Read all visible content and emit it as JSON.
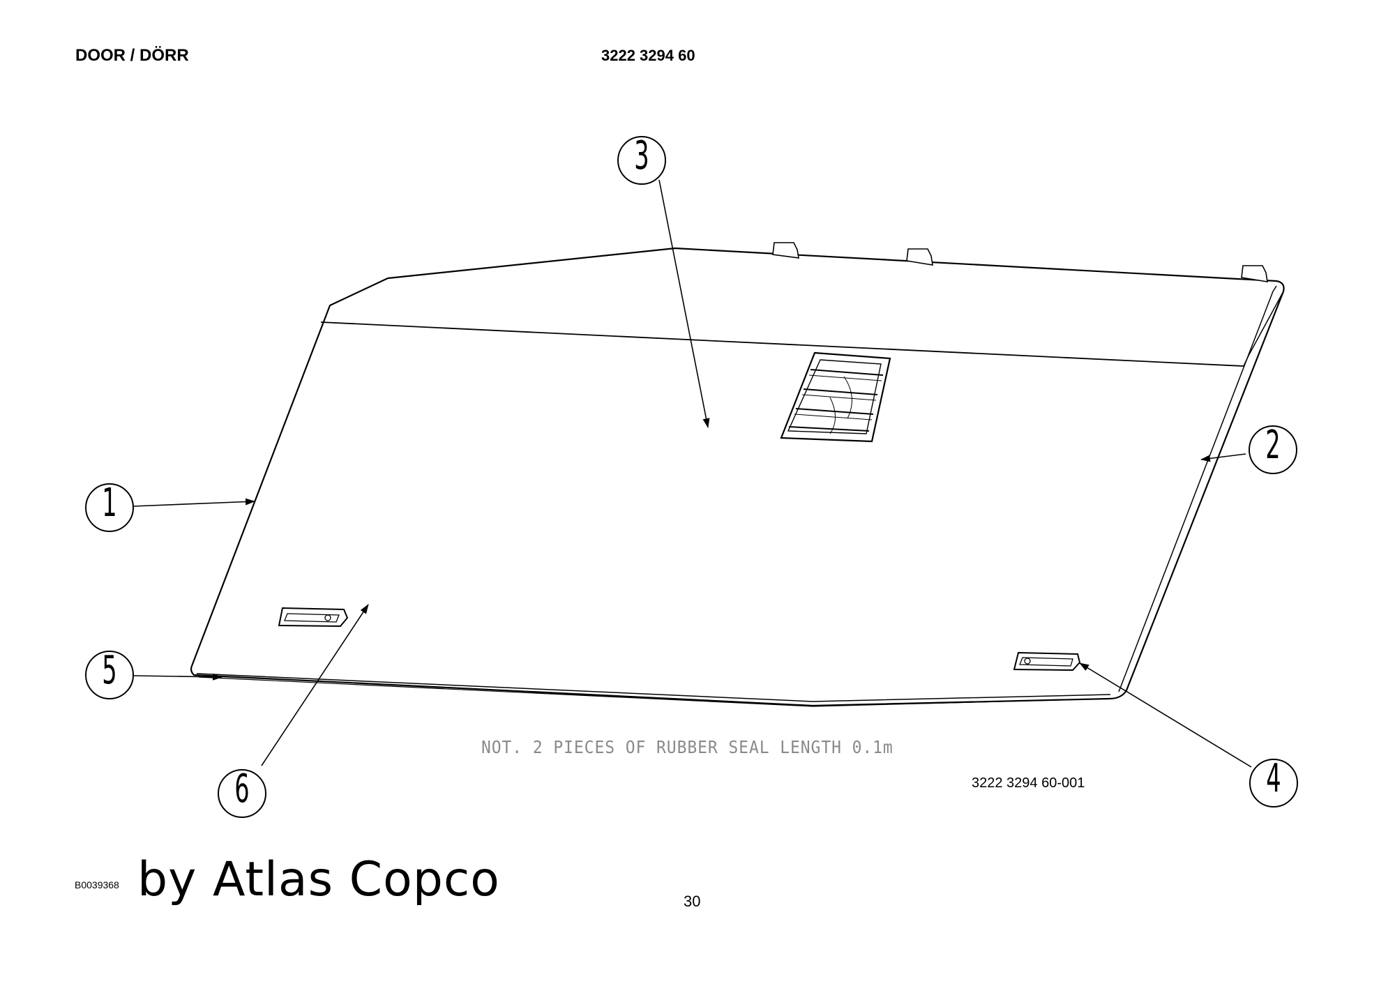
{
  "header": {
    "title": "DOOR / DÖRR",
    "part_number": "3222 3294 60"
  },
  "drawing": {
    "callouts": [
      "1",
      "2",
      "3",
      "4",
      "5",
      "6"
    ],
    "note": "NOT. 2 PIECES OF RUBBER SEAL LENGTH 0.1m",
    "drawing_number": "3222 3294 60-001"
  },
  "footer": {
    "code": "B0039368",
    "brand": "by Atlas Copco",
    "page": "30"
  },
  "colors": {
    "ink": "#000000",
    "note_gray": "#8a8a8a",
    "background": "#ffffff"
  }
}
